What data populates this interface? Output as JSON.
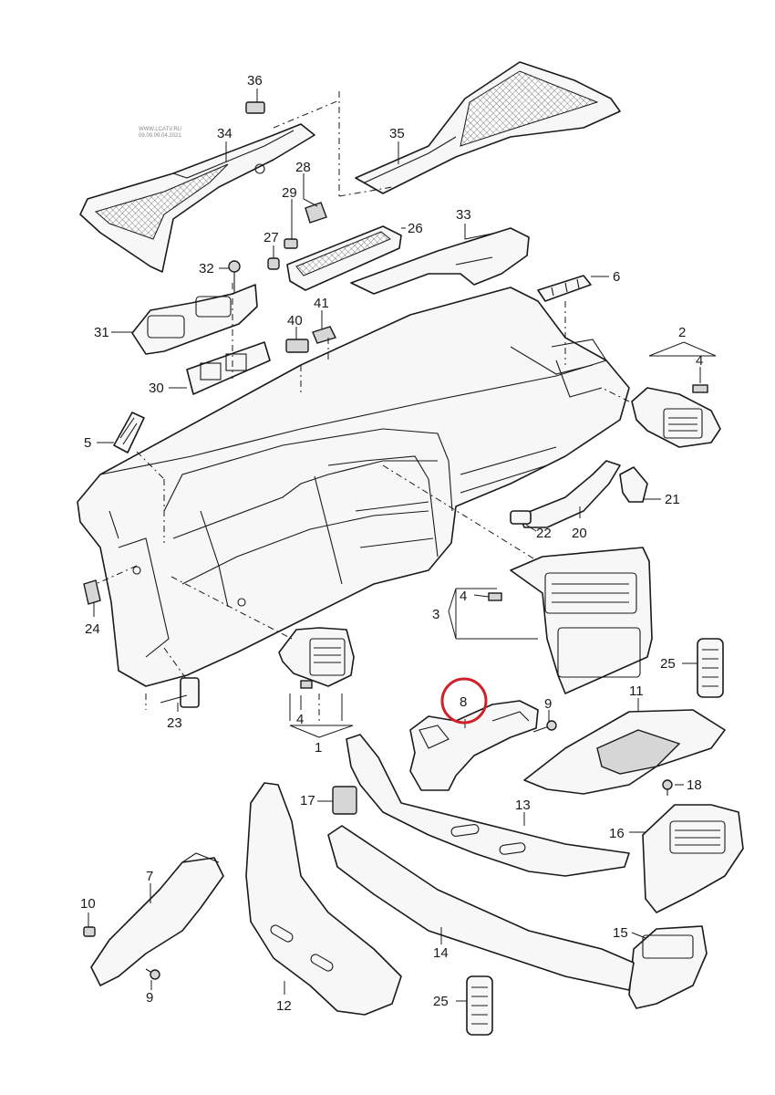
{
  "watermark": {
    "line1": "WWW.LCATV.RU",
    "line2": "09.09.09.04.2021"
  },
  "highlight_color": "#d0202a",
  "highlighted_part": "8",
  "labels": {
    "p36": "36",
    "p34": "34",
    "p35": "35",
    "p28": "28",
    "p29": "29",
    "p26": "26",
    "p27": "27",
    "p33": "33",
    "p32": "32",
    "p6": "6",
    "p31": "31",
    "p41": "41",
    "p40": "40",
    "p2": "2",
    "p4a": "4",
    "p30": "30",
    "p5": "5",
    "p21": "21",
    "p22": "22",
    "p20": "20",
    "p24": "24",
    "p3": "3",
    "p4b": "4",
    "p25a": "25",
    "p23": "23",
    "p4c": "4",
    "p1": "1",
    "p8": "8",
    "p9a": "9",
    "p11": "11",
    "p18": "18",
    "p17": "17",
    "p13": "13",
    "p16": "16",
    "p7": "7",
    "p10": "10",
    "p15": "15",
    "p14": "14",
    "p9b": "9",
    "p12": "12",
    "p25b": "25"
  }
}
